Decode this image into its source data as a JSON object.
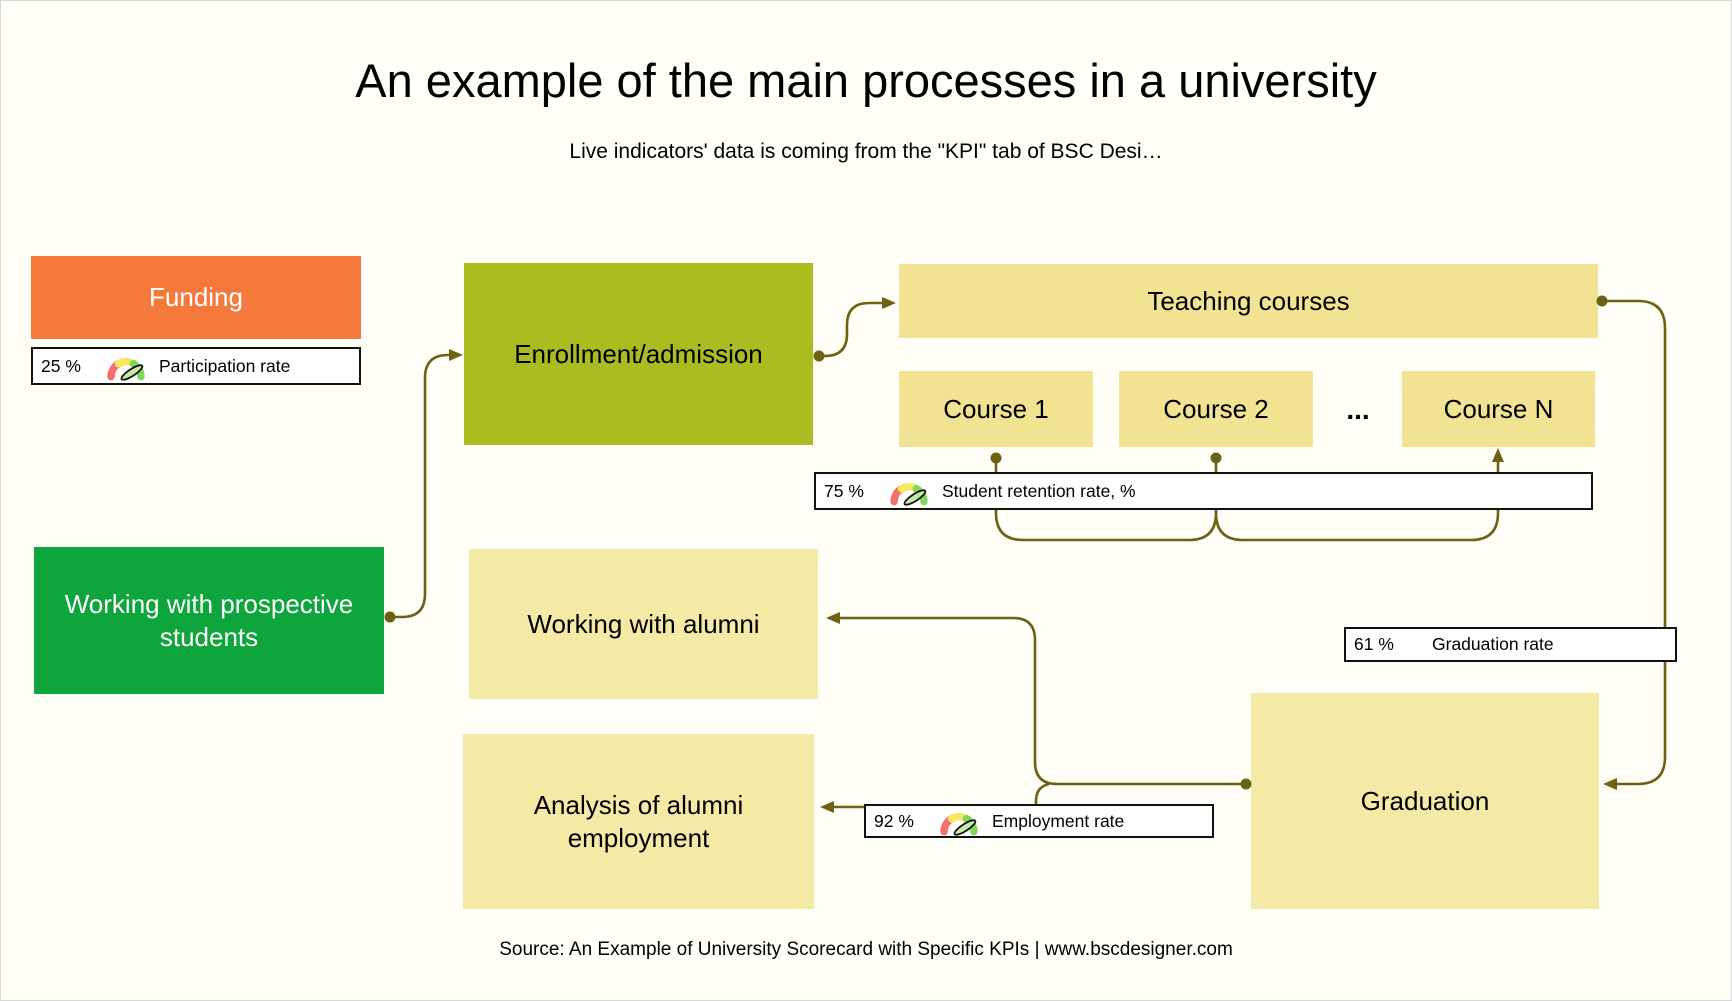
{
  "title": "An example of the main processes in a university",
  "subtitle": "Live indicators' data is coming from the \"KPI\" tab of BSC Desi…",
  "source": "Source: An Example of University Scorecard with Specific KPIs | www.bscdesigner.com",
  "nodes": {
    "funding": {
      "label": "Funding"
    },
    "prospective": {
      "label": "Working with prospective students"
    },
    "enrollment": {
      "label": "Enrollment/admission"
    },
    "teaching": {
      "label": "Teaching courses"
    },
    "course1": {
      "label": "Course 1"
    },
    "course2": {
      "label": "Course 2"
    },
    "ellipsis": "...",
    "courseN": {
      "label": "Course N"
    },
    "alumni": {
      "label": "Working with alumni"
    },
    "analysis": {
      "label": "Analysis of alumni employment"
    },
    "graduation": {
      "label": "Graduation"
    }
  },
  "kpis": {
    "participation": {
      "value": "25 %",
      "label": "Participation rate"
    },
    "retention": {
      "value": "75 %",
      "label": "Student retention rate, %"
    },
    "graduation": {
      "value": "61 %",
      "label": "Graduation rate"
    },
    "employment": {
      "value": "92 %",
      "label": "Employment rate"
    }
  },
  "colors": {
    "background": "#FFFEF7",
    "funding": "#F5793B",
    "prospective": "#0EA53C",
    "enrollment": "#A8BE20",
    "course_fill": "#F2E392",
    "process_fill": "#F5E9A6",
    "connector": "#6E6112",
    "kpi_border": "#111111",
    "text_dark": "#000000",
    "text_light": "#FFFFFF",
    "gauge_red": "#F2706B",
    "gauge_yellow": "#F6E75C",
    "gauge_green": "#7ED75B",
    "gauge_needle": "#C8E9A6"
  }
}
